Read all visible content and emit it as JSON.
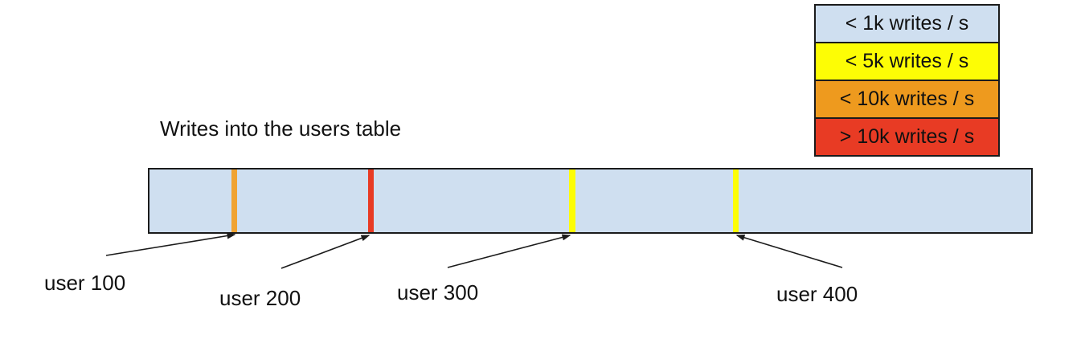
{
  "title": "Writes into the users table",
  "legend": {
    "items": [
      {
        "label": "< 1k writes / s",
        "color": "#cfdff0"
      },
      {
        "label": "< 5k writes / s",
        "color": "#fdfd05"
      },
      {
        "label": "< 10k writes / s",
        "color": "#ee9a1e"
      },
      {
        "label": "> 10k writes / s",
        "color": "#e83b24"
      }
    ]
  },
  "bar": {
    "fill_color": "#cfdff0",
    "outline_color": "#1b1b1b",
    "markers": [
      {
        "label": "user 100",
        "color": "#f0a332"
      },
      {
        "label": "user 200",
        "color": "#e83b24"
      },
      {
        "label": "user 300",
        "color": "#fdfd05"
      },
      {
        "label": "user 400",
        "color": "#fdfd05"
      }
    ]
  }
}
